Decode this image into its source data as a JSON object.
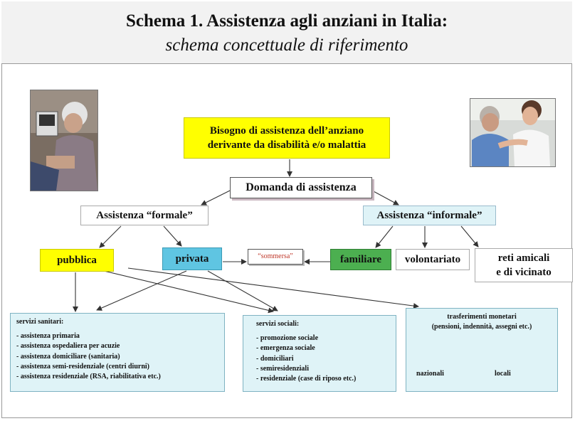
{
  "header": {
    "title": "Schema 1. Assistenza agli anziani in Italia:",
    "subtitle": "schema concettuale di riferimento"
  },
  "nodes": {
    "need_line1": "Bisogno di assistenza dell’anziano",
    "need_line2": "derivante da disabilità e/o malattia",
    "demand": "Domanda di assistenza",
    "formal_prefix": "Assistenza ",
    "formal_word": "“formale”",
    "informal_prefix": "Assistenza ",
    "informal_word": "“informale”",
    "pubblica": "pubblica",
    "privata": "privata",
    "sommersa": "“sommersa”",
    "familiare": "familiare",
    "volontariato": "volontariato",
    "reti_line1": "reti amicali",
    "reti_line2": "e di vicinato"
  },
  "services": {
    "sanitari": {
      "heading": "servizi sanitari:",
      "items": [
        "- assistenza primaria",
        "- assistenza ospedaliera per acuzie",
        "- assistenza domiciliare (sanitaria)",
        "- assistenza semi-residenziale (centri diurni)",
        "- assistenza residenziale (RSA, riabilitativa etc.)"
      ]
    },
    "sociali": {
      "heading": "servizi sociali:",
      "items": [
        "- promozione sociale",
        "- emergenza sociale",
        "- domiciliari",
        "- semiresidenziali",
        "- residenziale (case di riposo etc.)"
      ]
    },
    "trasferimenti": {
      "heading_line1": "trasferimenti monetari",
      "heading_line2": "(pensioni, indennità, assegni etc.)",
      "nazionali": "nazionali",
      "locali": "locali"
    }
  },
  "colors": {
    "yellow": "#ffff00",
    "light_blue": "#dff3f7",
    "blue": "#5fc5e2",
    "green": "#4caf50",
    "sommersa_text": "#c0392b"
  }
}
